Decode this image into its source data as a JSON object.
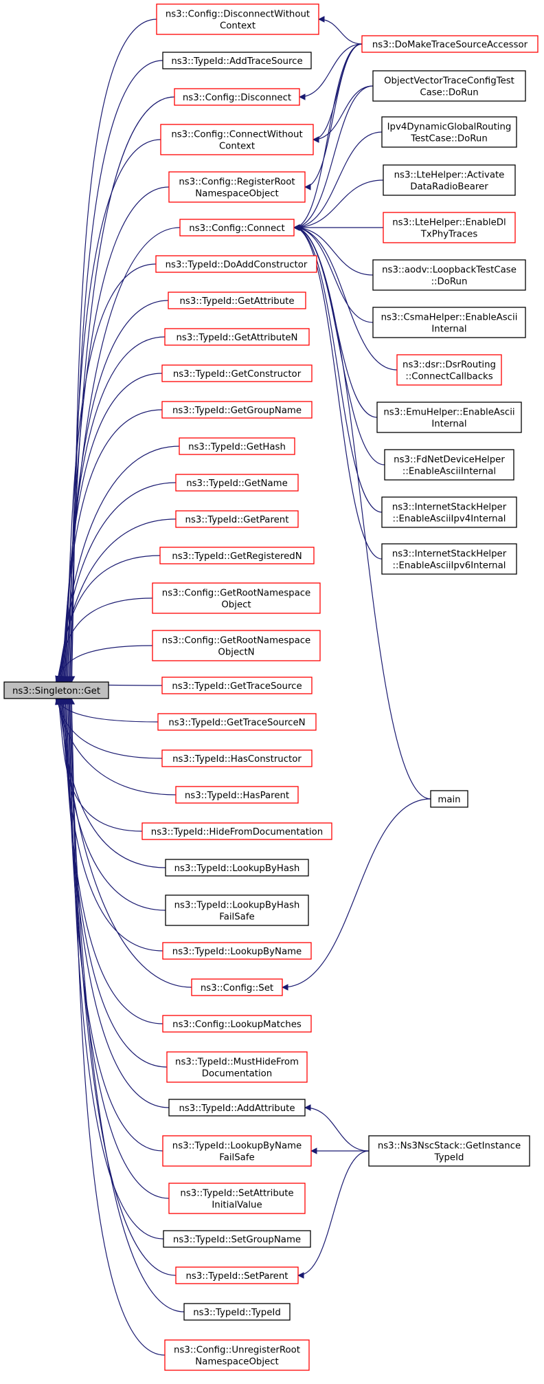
{
  "colors": {
    "edge": "#191970",
    "border_normal": "#000000",
    "border_truncated": "#ff0000",
    "focus_fill": "#bfbfbf",
    "background": "#ffffff"
  },
  "focus_node": {
    "lines": [
      "ns3::Singleton::Get"
    ]
  },
  "nodes": [
    {
      "id": "disc_wo_ctx",
      "lines": [
        "ns3::Config::DisconnectWithout",
        "Context"
      ],
      "border": "red"
    },
    {
      "id": "add_trace",
      "lines": [
        "ns3::TypeId::AddTraceSource"
      ],
      "border": "black"
    },
    {
      "id": "disconnect",
      "lines": [
        "ns3::Config::Disconnect"
      ],
      "border": "red"
    },
    {
      "id": "conn_wo_ctx",
      "lines": [
        "ns3::Config::ConnectWithout",
        "Context"
      ],
      "border": "red"
    },
    {
      "id": "register_root",
      "lines": [
        "ns3::Config::RegisterRoot",
        "NamespaceObject"
      ],
      "border": "red"
    },
    {
      "id": "connect",
      "lines": [
        "ns3::Config::Connect"
      ],
      "border": "red"
    },
    {
      "id": "do_add_ctor",
      "lines": [
        "ns3::TypeId::DoAddConstructor"
      ],
      "border": "red"
    },
    {
      "id": "get_attr",
      "lines": [
        "ns3::TypeId::GetAttribute"
      ],
      "border": "red"
    },
    {
      "id": "get_attr_n",
      "lines": [
        "ns3::TypeId::GetAttributeN"
      ],
      "border": "red"
    },
    {
      "id": "get_ctor",
      "lines": [
        "ns3::TypeId::GetConstructor"
      ],
      "border": "red"
    },
    {
      "id": "get_group",
      "lines": [
        "ns3::TypeId::GetGroupName"
      ],
      "border": "red"
    },
    {
      "id": "get_hash",
      "lines": [
        "ns3::TypeId::GetHash"
      ],
      "border": "red"
    },
    {
      "id": "get_name",
      "lines": [
        "ns3::TypeId::GetName"
      ],
      "border": "red"
    },
    {
      "id": "get_parent",
      "lines": [
        "ns3::TypeId::GetParent"
      ],
      "border": "red"
    },
    {
      "id": "get_reg_n",
      "lines": [
        "ns3::TypeId::GetRegisteredN"
      ],
      "border": "red"
    },
    {
      "id": "get_root_ns",
      "lines": [
        "ns3::Config::GetRootNamespace",
        "Object"
      ],
      "border": "red"
    },
    {
      "id": "get_root_ns_n",
      "lines": [
        "ns3::Config::GetRootNamespace",
        "ObjectN"
      ],
      "border": "red"
    },
    {
      "id": "get_trace",
      "lines": [
        "ns3::TypeId::GetTraceSource"
      ],
      "border": "red"
    },
    {
      "id": "get_trace_n",
      "lines": [
        "ns3::TypeId::GetTraceSourceN"
      ],
      "border": "red"
    },
    {
      "id": "has_ctor",
      "lines": [
        "ns3::TypeId::HasConstructor"
      ],
      "border": "red"
    },
    {
      "id": "has_parent",
      "lines": [
        "ns3::TypeId::HasParent"
      ],
      "border": "red"
    },
    {
      "id": "hide_doc",
      "lines": [
        "ns3::TypeId::HideFromDocumentation"
      ],
      "border": "red"
    },
    {
      "id": "lookup_hash",
      "lines": [
        "ns3::TypeId::LookupByHash"
      ],
      "border": "black"
    },
    {
      "id": "lookup_hash_fs",
      "lines": [
        "ns3::TypeId::LookupByHash",
        "FailSafe"
      ],
      "border": "black"
    },
    {
      "id": "lookup_name",
      "lines": [
        "ns3::TypeId::LookupByName"
      ],
      "border": "red"
    },
    {
      "id": "config_set",
      "lines": [
        "ns3::Config::Set"
      ],
      "border": "red"
    },
    {
      "id": "lookup_matches",
      "lines": [
        "ns3::Config::LookupMatches"
      ],
      "border": "red"
    },
    {
      "id": "must_hide",
      "lines": [
        "ns3::TypeId::MustHideFrom",
        "Documentation"
      ],
      "border": "red"
    },
    {
      "id": "add_attr",
      "lines": [
        "ns3::TypeId::AddAttribute"
      ],
      "border": "black"
    },
    {
      "id": "lookup_name_fs",
      "lines": [
        "ns3::TypeId::LookupByName",
        "FailSafe"
      ],
      "border": "red"
    },
    {
      "id": "set_attr_init",
      "lines": [
        "ns3::TypeId::SetAttribute",
        "InitialValue"
      ],
      "border": "red"
    },
    {
      "id": "set_group",
      "lines": [
        "ns3::TypeId::SetGroupName"
      ],
      "border": "black"
    },
    {
      "id": "set_parent",
      "lines": [
        "ns3::TypeId::SetParent"
      ],
      "border": "red"
    },
    {
      "id": "typeid",
      "lines": [
        "ns3::TypeId::TypeId"
      ],
      "border": "black"
    },
    {
      "id": "unregister_root",
      "lines": [
        "ns3::Config::UnregisterRoot",
        "NamespaceObject"
      ],
      "border": "red"
    },
    {
      "id": "do_make_trace",
      "lines": [
        "ns3::DoMakeTraceSourceAccessor"
      ],
      "border": "red"
    },
    {
      "id": "objvec_test",
      "lines": [
        "ObjectVectorTraceConfigTest",
        "Case::DoRun"
      ],
      "border": "black"
    },
    {
      "id": "ipv4_dyn",
      "lines": [
        "Ipv4DynamicGlobalRouting",
        "TestCase::DoRun"
      ],
      "border": "black"
    },
    {
      "id": "lte_activate",
      "lines": [
        "ns3::LteHelper::Activate",
        "DataRadioBearer"
      ],
      "border": "black"
    },
    {
      "id": "lte_enable_dl",
      "lines": [
        "ns3::LteHelper::EnableDl",
        "TxPhyTraces"
      ],
      "border": "red"
    },
    {
      "id": "aodv_loopback",
      "lines": [
        "ns3::aodv::LoopbackTestCase",
        "::DoRun"
      ],
      "border": "black"
    },
    {
      "id": "csma_ascii",
      "lines": [
        "ns3::CsmaHelper::EnableAscii",
        "Internal"
      ],
      "border": "black"
    },
    {
      "id": "dsr_connect",
      "lines": [
        "ns3::dsr::DsrRouting",
        "::ConnectCallbacks"
      ],
      "border": "red"
    },
    {
      "id": "emu_ascii",
      "lines": [
        "ns3::EmuHelper::EnableAscii",
        "Internal"
      ],
      "border": "black"
    },
    {
      "id": "fdnet_ascii",
      "lines": [
        "ns3::FdNetDeviceHelper",
        "::EnableAsciiInternal"
      ],
      "border": "black"
    },
    {
      "id": "inet_ipv4",
      "lines": [
        "ns3::InternetStackHelper",
        "::EnableAsciiIpv4Internal"
      ],
      "border": "black"
    },
    {
      "id": "inet_ipv6",
      "lines": [
        "ns3::InternetStackHelper",
        "::EnableAsciiIpv6Internal"
      ],
      "border": "black"
    },
    {
      "id": "main",
      "lines": [
        "main"
      ],
      "border": "black"
    },
    {
      "id": "nsc_stack",
      "lines": [
        "ns3::Ns3NscStack::GetInstance",
        "TypeId"
      ],
      "border": "black"
    }
  ],
  "edges": [
    [
      "disc_wo_ctx",
      "focus"
    ],
    [
      "add_trace",
      "focus"
    ],
    [
      "disconnect",
      "focus"
    ],
    [
      "conn_wo_ctx",
      "focus"
    ],
    [
      "register_root",
      "focus"
    ],
    [
      "connect",
      "focus"
    ],
    [
      "do_add_ctor",
      "focus"
    ],
    [
      "get_attr",
      "focus"
    ],
    [
      "get_attr_n",
      "focus"
    ],
    [
      "get_ctor",
      "focus"
    ],
    [
      "get_group",
      "focus"
    ],
    [
      "get_hash",
      "focus"
    ],
    [
      "get_name",
      "focus"
    ],
    [
      "get_parent",
      "focus"
    ],
    [
      "get_reg_n",
      "focus"
    ],
    [
      "get_root_ns",
      "focus"
    ],
    [
      "get_root_ns_n",
      "focus"
    ],
    [
      "get_trace",
      "focus"
    ],
    [
      "get_trace_n",
      "focus"
    ],
    [
      "has_ctor",
      "focus"
    ],
    [
      "has_parent",
      "focus"
    ],
    [
      "hide_doc",
      "focus"
    ],
    [
      "lookup_hash",
      "focus"
    ],
    [
      "lookup_hash_fs",
      "focus"
    ],
    [
      "lookup_name",
      "focus"
    ],
    [
      "config_set",
      "focus"
    ],
    [
      "lookup_matches",
      "focus"
    ],
    [
      "must_hide",
      "focus"
    ],
    [
      "add_attr",
      "focus"
    ],
    [
      "lookup_name_fs",
      "focus"
    ],
    [
      "set_attr_init",
      "focus"
    ],
    [
      "set_group",
      "focus"
    ],
    [
      "set_parent",
      "focus"
    ],
    [
      "typeid",
      "focus"
    ],
    [
      "unregister_root",
      "focus"
    ],
    [
      "do_make_trace",
      "disc_wo_ctx"
    ],
    [
      "do_make_trace",
      "disconnect"
    ],
    [
      "do_make_trace",
      "conn_wo_ctx"
    ],
    [
      "do_make_trace",
      "register_root"
    ],
    [
      "do_make_trace",
      "connect"
    ],
    [
      "objvec_test",
      "conn_wo_ctx"
    ],
    [
      "objvec_test",
      "connect"
    ],
    [
      "ipv4_dyn",
      "connect"
    ],
    [
      "lte_activate",
      "connect"
    ],
    [
      "lte_enable_dl",
      "connect"
    ],
    [
      "aodv_loopback",
      "connect"
    ],
    [
      "csma_ascii",
      "connect"
    ],
    [
      "dsr_connect",
      "connect"
    ],
    [
      "emu_ascii",
      "connect"
    ],
    [
      "fdnet_ascii",
      "connect"
    ],
    [
      "inet_ipv4",
      "connect"
    ],
    [
      "inet_ipv6",
      "connect"
    ],
    [
      "main",
      "connect"
    ],
    [
      "main",
      "config_set"
    ],
    [
      "nsc_stack",
      "add_attr"
    ],
    [
      "nsc_stack",
      "lookup_name_fs"
    ],
    [
      "nsc_stack",
      "set_parent"
    ]
  ]
}
